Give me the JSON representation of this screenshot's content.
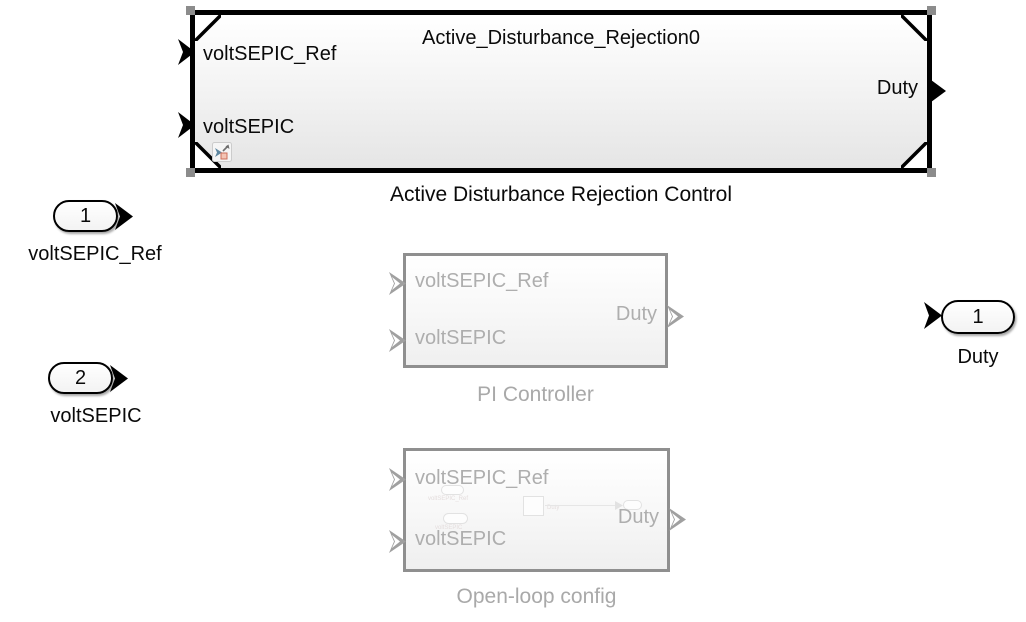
{
  "variant_block": {
    "title": "Active_Disturbance_Rejection0",
    "caption": "Active Disturbance Rejection Control",
    "inports": [
      "voltSEPIC_Ref",
      "voltSEPIC"
    ],
    "outport": "Duty"
  },
  "inport_blocks": [
    {
      "number": "1",
      "label": "voltSEPIC_Ref"
    },
    {
      "number": "2",
      "label": "voltSEPIC"
    }
  ],
  "outport_block": {
    "number": "1",
    "label": "Duty"
  },
  "pi_block": {
    "caption": "PI Controller",
    "inports": [
      "voltSEPIC_Ref",
      "voltSEPIC"
    ],
    "outport": "Duty"
  },
  "openloop_block": {
    "caption": "Open-loop config",
    "inports": [
      "voltSEPIC_Ref",
      "voltSEPIC"
    ],
    "outport": "Duty",
    "preview": {
      "inport1_label": "voltSEPIC_Ref",
      "inport2_label": "voltSEPIC",
      "signal_label": "Duty"
    }
  },
  "icons": {
    "variant_badge": "variant-subsystem-badge",
    "input_port_arrow": "input-port-arrow",
    "output_port_arrow": "output-port-arrow"
  },
  "colors": {
    "active_border": "#000000",
    "inactive_border": "#8f8f8f",
    "inactive_text": "#aeaeae",
    "corner_handle": "#8c8c8c",
    "block_gradient_bottom": "#e5e5e5",
    "badge_arrow_blue": "#5e87a0",
    "badge_square_orange": "#cc6e5a"
  }
}
